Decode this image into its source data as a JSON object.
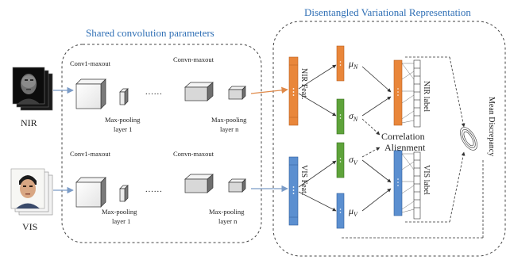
{
  "titles": {
    "shared": "Shared convolution parameters",
    "disentangled": "Disentangled Variational Representation"
  },
  "inputs": {
    "nir": "NIR",
    "vis": "VIS"
  },
  "conv_top": {
    "conv1": "Conv1-maxout",
    "convn": "Convn-maxout",
    "pool1_line1": "Max-pooling",
    "pool1_line2": "layer 1",
    "pooln_line1": "Max-pooling",
    "pooln_line2": "layer n",
    "dots": "......"
  },
  "conv_bottom": {
    "conv1": "Conv1-maxout",
    "convn": "Convn-maxout",
    "pool1_line1": "Max-pooling",
    "pool1_line2": "layer 1",
    "pooln_line1": "Max-pooling",
    "pooln_line2": "layer n",
    "dots": "......"
  },
  "features": {
    "nir_feat": "NIR Feat.",
    "vis_feat": "VIS Feat.",
    "mu_n": "μ",
    "mu_n_sub": "N",
    "sigma_n": "σ",
    "sigma_n_sub": "N",
    "sigma_v": "σ",
    "sigma_v_sub": "V",
    "mu_v": "μ",
    "mu_v_sub": "V",
    "corr_line1": "Correlation",
    "corr_line2": "Alignment",
    "nir_label": "NIR label",
    "vis_label": "VIS label",
    "mean_disc": "Mean Discrepancy"
  },
  "colors": {
    "title": "#2f6fb5",
    "orange": "#e9863a",
    "green": "#5ea33a",
    "blue": "#5b8fd0",
    "arrow_blue": "#7b9cc7",
    "arrow_orange": "#e08a4a"
  }
}
